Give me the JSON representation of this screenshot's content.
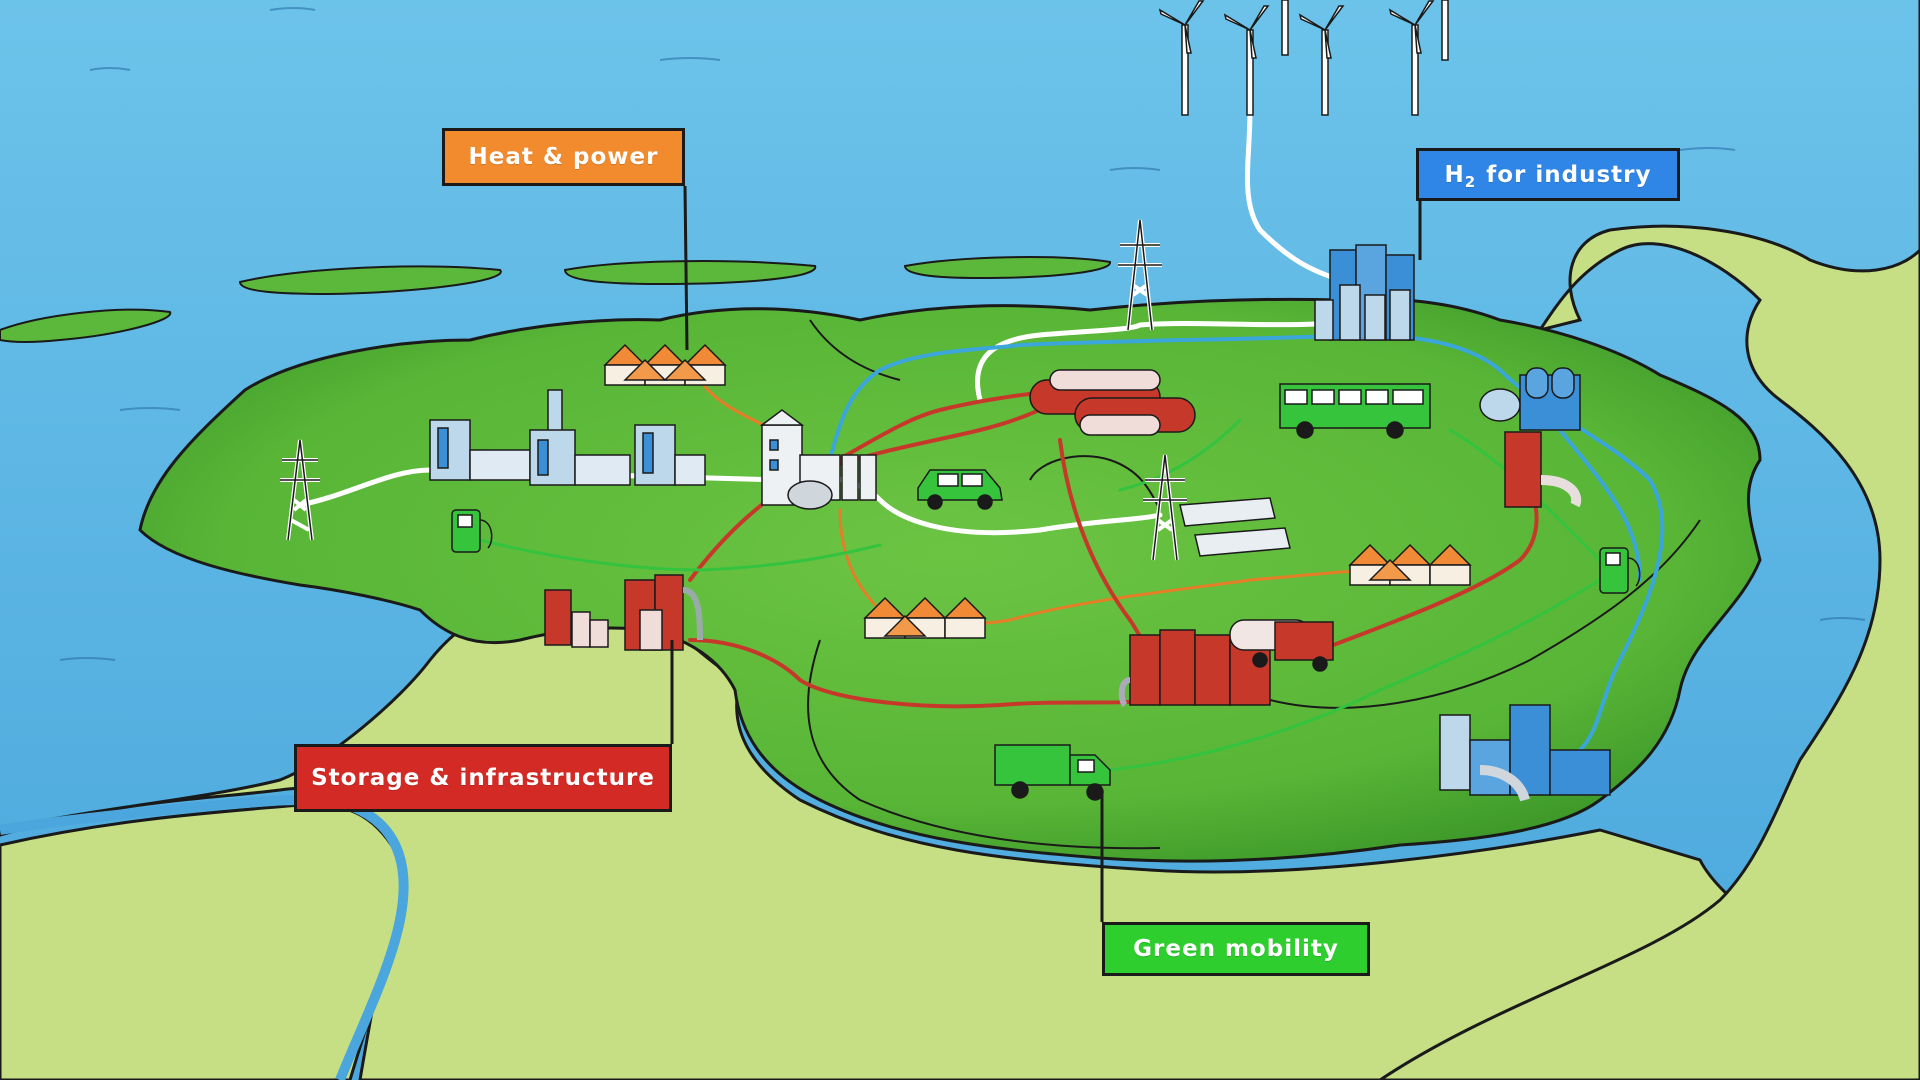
{
  "labels": {
    "heat_power": {
      "text": "Heat & power",
      "color": "#f28a2e"
    },
    "h2_industry": {
      "text_main": "H",
      "text_sub": "2",
      "text_rest": "for industry",
      "color": "#2f86e6"
    },
    "storage": {
      "text": "Storage & infrastructure",
      "color": "#d42a25"
    },
    "green_mobility": {
      "text": "Green mobility",
      "color": "#2fce2f"
    }
  },
  "colors": {
    "sea": "#5fb8e6",
    "land_light": "#c7df84",
    "island_green": "#5cb83a",
    "pipe_hydrogen_blue": "#3aa6d9",
    "pipe_heat_orange": "#e57e26",
    "pipe_storage_red": "#c6392a",
    "pipe_mobility_green": "#33c33f",
    "power_line_white": "#ffffff"
  },
  "icons": [
    "wind-turbine-icon",
    "power-pylon-icon",
    "power-plant-icon",
    "houses-icon",
    "electrolyser-plant-icon",
    "storage-tank-icon",
    "tanker-truck-icon",
    "green-car-icon",
    "green-bus-icon",
    "green-truck-icon",
    "fuel-pump-icon",
    "industry-plant-icon",
    "solar-panel-icon"
  ]
}
